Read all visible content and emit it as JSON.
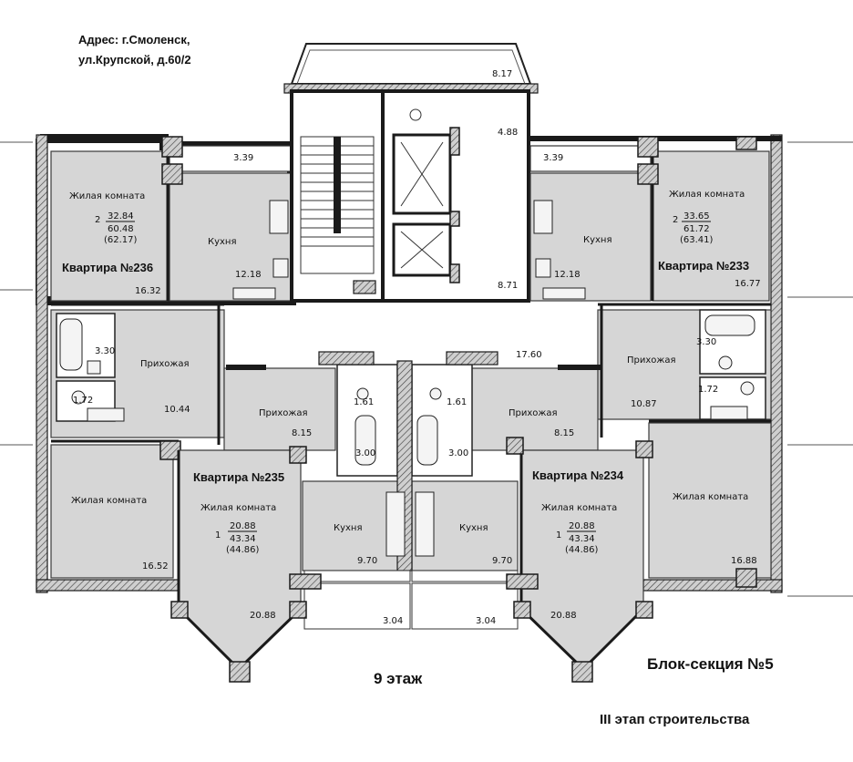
{
  "header": {
    "address_line1": "Адрес: г.Смоленск,",
    "address_line2": "ул.Крупской, д.60/2"
  },
  "footer": {
    "floor": "9 этаж",
    "block": "Блок-секция №5",
    "stage": "III этап строительства"
  },
  "apartments": {
    "a236": {
      "title": "Квартира №236",
      "living_room_label": "Жилая комната",
      "room_count": "2",
      "living_area": "32.84",
      "total_area": "60.48",
      "total_with_balcony": "(62.17)",
      "room2_label": "Жилая комната",
      "room2_area": "16.52",
      "room1_area": "16.32",
      "kitchen_label": "Кухня",
      "kitchen_area": "12.18",
      "hall_label": "Прихожая",
      "hall_area": "10.44",
      "bath_area": "3.30",
      "wc_area": "1.72",
      "balcony_area": "3.39"
    },
    "a233": {
      "title": "Квартира №233",
      "living_room_label": "Жилая комната",
      "room_count": "2",
      "living_area": "33.65",
      "total_area": "61.72",
      "total_with_balcony": "(63.41)",
      "room2_label": "Жилая комната",
      "room2_area": "16.88",
      "room1_area": "16.77",
      "kitchen_label": "Кухня",
      "kitchen_area": "12.18",
      "hall_label": "Прихожая",
      "hall_area": "10.87",
      "bath_area": "3.30",
      "wc_area": "1.72",
      "balcony_area": "3.39"
    },
    "a235": {
      "title": "Квартира №235",
      "living_room_label": "Жилая комната",
      "room_count": "1",
      "living_area": "20.88",
      "total_area": "43.34",
      "total_with_balcony": "(44.86)",
      "room_area": "20.88",
      "kitchen_label": "Кухня",
      "kitchen_area": "9.70",
      "hall_label": "Прихожая",
      "hall_area": "8.15",
      "bath_area": "3.00",
      "wc_area": "1.61",
      "balcony_area": "3.04"
    },
    "a234": {
      "title": "Квартира №234",
      "living_room_label": "Жилая комната",
      "room_count": "1",
      "living_area": "20.88",
      "total_area": "43.34",
      "total_with_balcony": "(44.86)",
      "room_area": "20.88",
      "kitchen_label": "Кухня",
      "kitchen_area": "9.70",
      "hall_label": "Прихожая",
      "hall_area": "8.15",
      "bath_area": "3.00",
      "wc_area": "1.61",
      "balcony_area": "3.04"
    }
  },
  "common": {
    "top_balcony_area": "8.17",
    "elevator_hall_area": "4.88",
    "lobby_area": "8.71",
    "corridor_area": "17.60"
  }
}
